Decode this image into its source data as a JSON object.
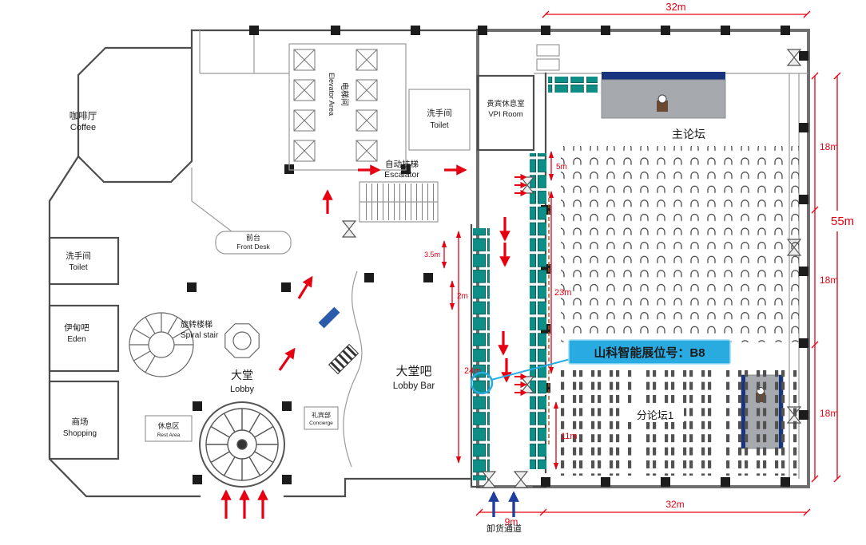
{
  "meta": {
    "type": "hotel-conference-floor-plan"
  },
  "colors": {
    "booth_teal": "#0d8f88",
    "dimension_red": "#e60012",
    "callout_blue": "#29abe2",
    "stage_blue": "#17357f",
    "unloading_blue": "#1f3e9e",
    "stage_gray": "#a6a9ad"
  },
  "rooms": {
    "coffee": {
      "zh": "咖啡厅",
      "en": "Coffee"
    },
    "toilet_west": {
      "zh": "洗手间",
      "en": "Toilet"
    },
    "eden": {
      "zh": "伊甸吧",
      "en": "Eden"
    },
    "shopping": {
      "zh": "商场",
      "en": "Shopping"
    },
    "spiral_stair": {
      "zh": "旋转楼梯",
      "en": "Spiral stair"
    },
    "lobby": {
      "zh": "大堂",
      "en": "Lobby"
    },
    "rest_area": {
      "zh": "休息区",
      "en": "Rest Area"
    },
    "front_desk": {
      "zh": "前台",
      "en": "Front Desk"
    },
    "concierge": {
      "zh": "礼宾部",
      "en": "Concierge"
    },
    "elevator_area": {
      "zh": "电梯间",
      "en": "Elevator Area"
    },
    "toilet_north": {
      "zh": "洗手间",
      "en": "Toilet"
    },
    "vip_room": {
      "zh": "贵宾休息室",
      "en": "VPI Room"
    },
    "escalator": {
      "zh": "自动扶梯",
      "en": "Escalator"
    },
    "lobby_bar": {
      "zh": "大堂吧",
      "en": "Lobby Bar"
    },
    "main_forum": {
      "zh": "主论坛"
    },
    "sub_forum": {
      "zh": "分论坛1"
    },
    "unloading_channel": {
      "zh": "卸货通道"
    }
  },
  "dimensions": {
    "top_width": "32m",
    "bottom_width": "32m",
    "dock_width": "9m",
    "right_total": "55m",
    "right_seg1": "18m",
    "right_seg2": "18m",
    "right_seg3": "18m",
    "corridor_length": "24m",
    "hall_seg_top": "5m",
    "hall_seg_mid": "23m",
    "hall_seg_bottom": "11m",
    "booth_depth": "2m",
    "walkway": "3.5m"
  },
  "callout": {
    "label": "山科智能展位号：B8"
  }
}
